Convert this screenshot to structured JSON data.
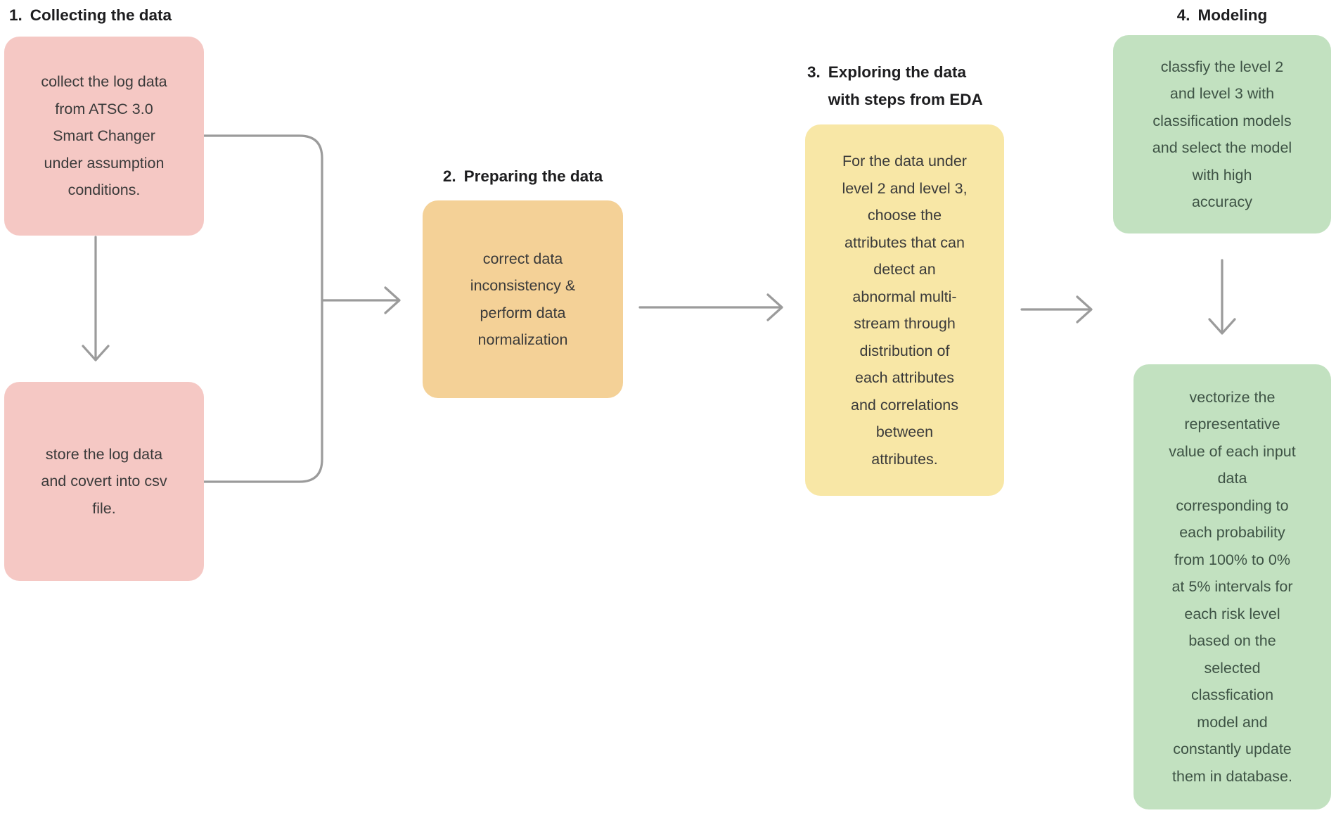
{
  "colors": {
    "background": "#ffffff",
    "pink_box": "#f5c8c4",
    "orange_box": "#f4d197",
    "yellow_box": "#f8e7a6",
    "green_box": "#c2e1c0",
    "arrow": "#9b9b9b",
    "title_text": "#1d1d1f",
    "body_text": "#3a3a3a",
    "green_box_text": "#3e5345"
  },
  "stages": {
    "stage1": {
      "number": "1.",
      "title": "Collecting the data",
      "box_collect": "collect the log data\nfrom ATSC 3.0\nSmart Changer\nunder assumption\nconditions.",
      "box_store": "store the log data\nand covert into csv\nfile."
    },
    "stage2": {
      "number": "2.",
      "title": "Preparing the data",
      "box_prepare": "correct data\ninconsistency &\nperform data\nnormalization"
    },
    "stage3": {
      "number": "3.",
      "title": "Exploring the data\nwith steps from EDA",
      "box_explore": "For the data under\nlevel 2 and level 3,\nchoose the\nattributes that can\ndetect an\nabnormal multi-\nstream through\ndistribution of\neach attributes\nand correlations\nbetween\nattributes."
    },
    "stage4": {
      "number": "4.",
      "title": "Modeling",
      "box_classify": "classfiy the level 2\nand level 3 with\nclassification models\nand select the model\nwith high\naccuracy",
      "box_vectorize": "vectorize the\nrepresentative\nvalue of each input\ndata\ncorresponding to\neach probability\nfrom 100% to 0%\nat 5% intervals for\neach risk level\nbased on the\nselected\nclassfication\nmodel and\nconstantly update\nthem in database."
    }
  }
}
